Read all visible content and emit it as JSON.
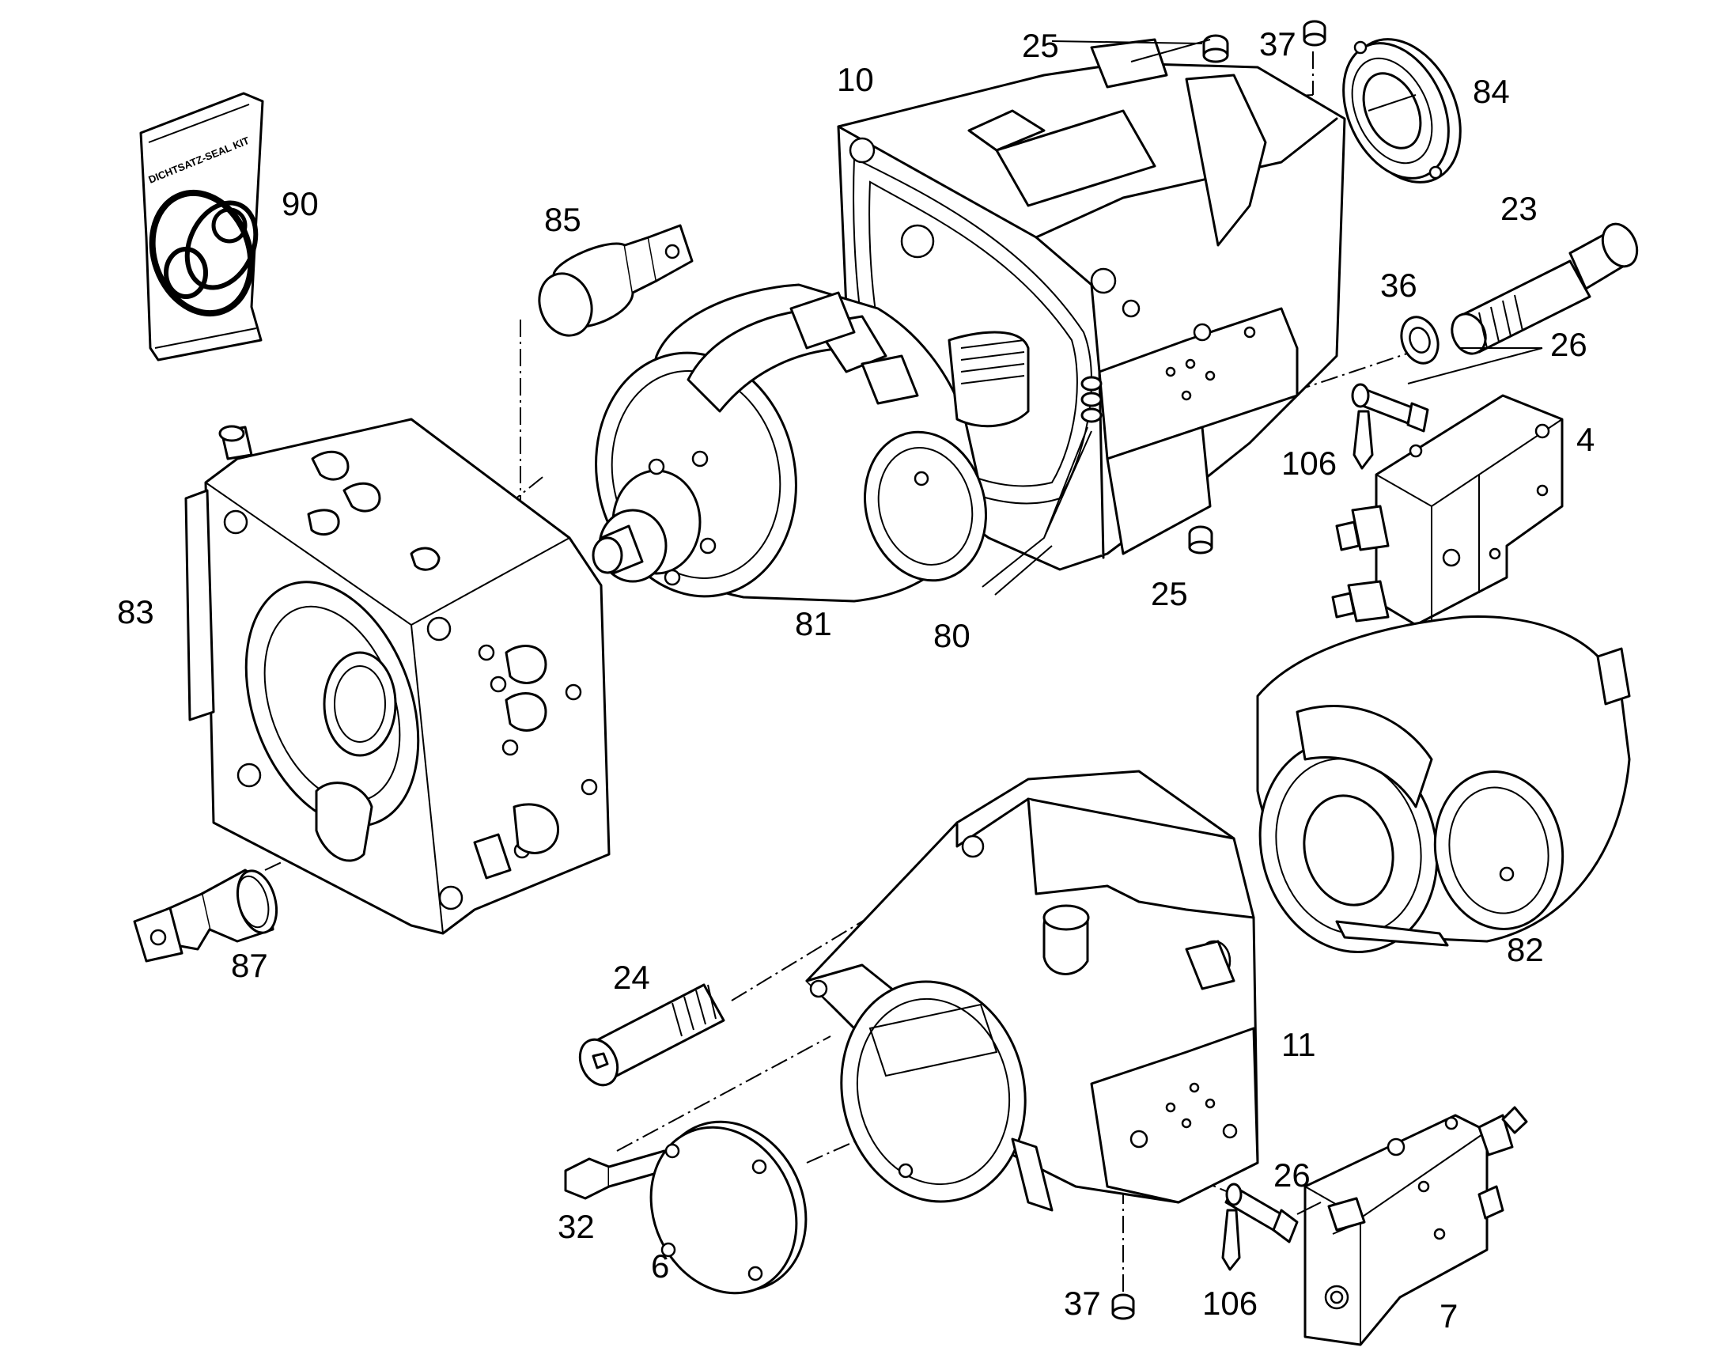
{
  "labels": {
    "p90": "90",
    "p85": "85",
    "p10": "10",
    "p25_top": "25",
    "p37_top": "37",
    "p84": "84",
    "p23": "23",
    "p36": "36",
    "p26_top": "26",
    "p4": "4",
    "p106_top": "106",
    "p83": "83",
    "p81": "81",
    "p80": "80",
    "p25_mid": "25",
    "p87": "87",
    "p82": "82",
    "p24": "24",
    "p11": "11",
    "p32": "32",
    "p6": "6",
    "p26_bot": "26",
    "p37_bot": "37",
    "p106_bot": "106",
    "p7": "7"
  },
  "seal_kit_text": "DICHTSATZ-SEAL KIT"
}
